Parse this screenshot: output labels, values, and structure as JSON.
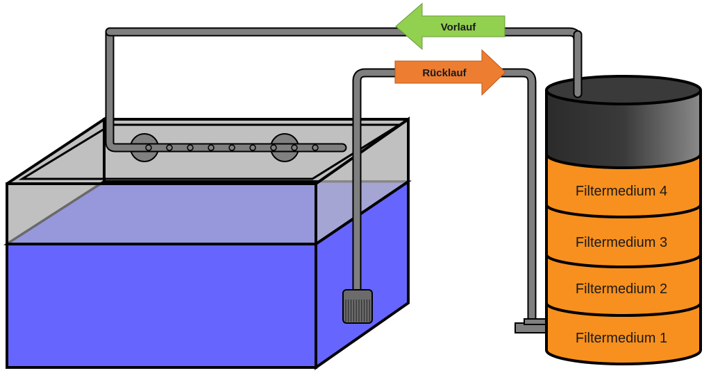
{
  "arrows": {
    "supply": {
      "label": "Vorlauf",
      "color": "#92d050"
    },
    "return": {
      "label": "Rücklauf",
      "color": "#ed7d31"
    }
  },
  "filter": {
    "layers": [
      {
        "label": "Filtermedium 4"
      },
      {
        "label": "Filtermedium 3"
      },
      {
        "label": "Filtermedium 2"
      },
      {
        "label": "Filtermedium 1"
      }
    ],
    "layer_color": "#f7901e",
    "top_color": "#333333"
  },
  "aquarium": {
    "water_color": "#6666ff",
    "glass_color": "#c0c0c0"
  },
  "pipe_color": "#7f7f7f"
}
